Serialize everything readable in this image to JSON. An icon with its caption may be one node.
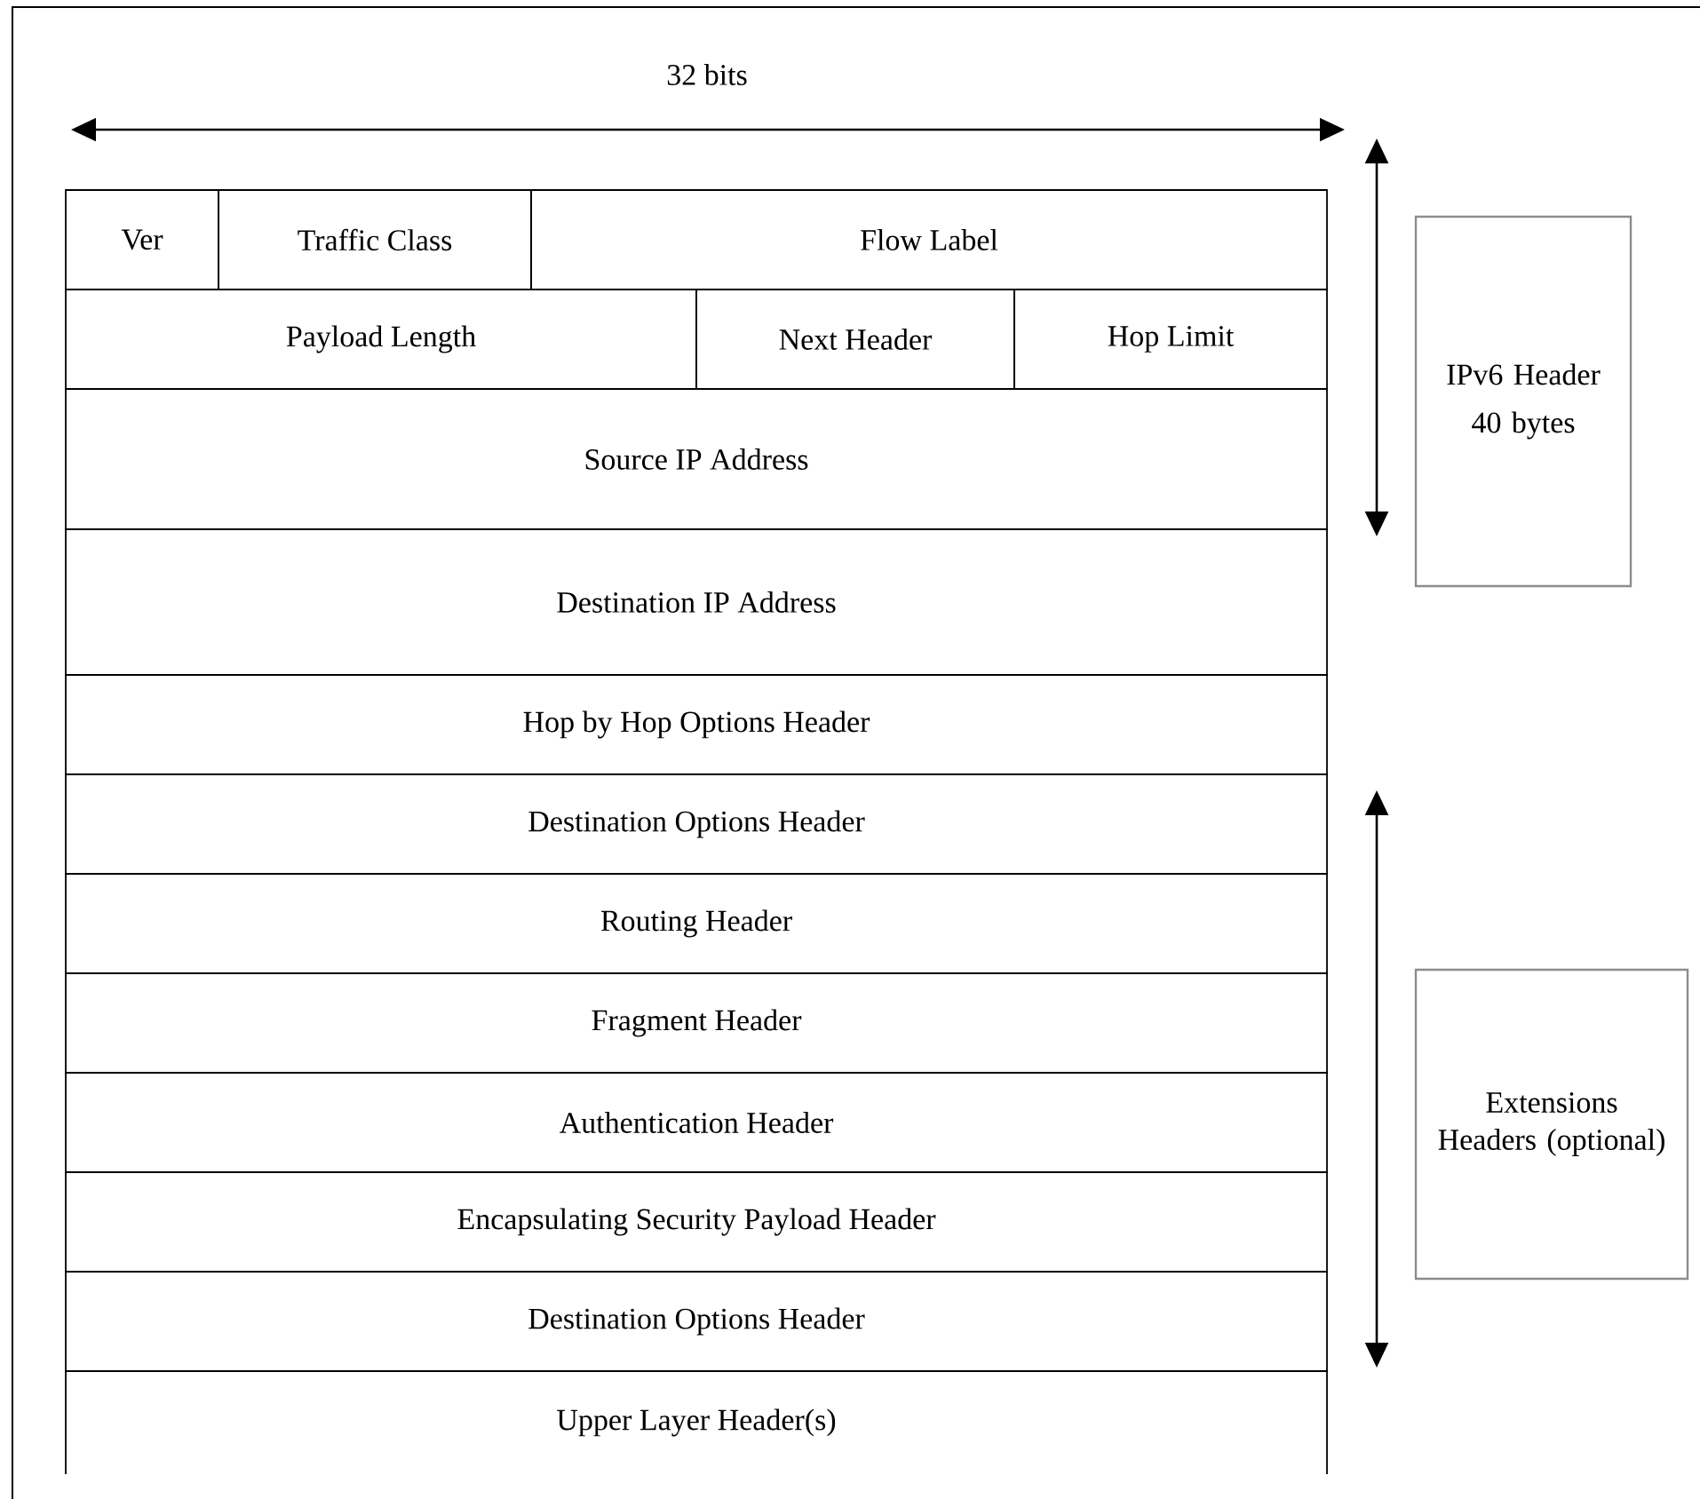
{
  "diagram": {
    "nodes": [
      {
        "text": [
          "Ver"
        ]
      },
      {
        "text": [
          "Traffic Class"
        ]
      },
      {
        "text": [
          "Flow Label"
        ]
      },
      {
        "text": [
          "Payload Length"
        ]
      },
      {
        "text": [
          "Next Header"
        ]
      },
      {
        "text": [
          "Hop Limit"
        ]
      },
      {
        "text": [
          "Source IP Address"
        ]
      },
      {
        "text": [
          "Destination IP Address"
        ]
      },
      {
        "text": [
          "Hop by Hop Options Header"
        ]
      },
      {
        "text": [
          "Destination Options Header"
        ]
      },
      {
        "text": [
          "Routing Header"
        ]
      },
      {
        "text": [
          "Fragment Header"
        ]
      },
      {
        "text": [
          "Authentication Header"
        ]
      },
      {
        "text": [
          "Encapsulating Security Payload Header"
        ]
      },
      {
        "text": [
          "Destination Options Header"
        ]
      },
      {
        "text": [
          "Upper Layer Header(s)"
        ]
      },
      {
        "text": [
          "IPv6 Header",
          "40 bytes"
        ]
      },
      {
        "text": [
          "Extensions Headers (optional)"
        ]
      }
    ],
    "labels": [
      "32 bits"
    ]
  }
}
